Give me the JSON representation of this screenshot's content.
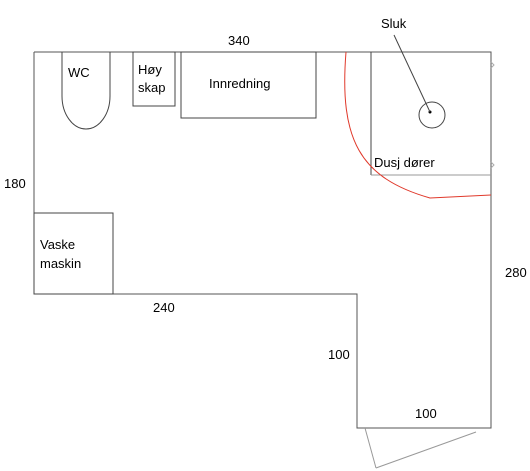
{
  "dimensions": {
    "top_width": "340",
    "left_height": "180",
    "right_height": "280",
    "mid_width": "240",
    "corridor_height": "100",
    "bottom_width": "100"
  },
  "fixtures": {
    "wc": "WC",
    "tall_cabinet_line1": "Høy",
    "tall_cabinet_line2": "skap",
    "vanity": "Innredning",
    "washer_line1": "Vaske",
    "washer_line2": "maskin",
    "shower_doors": "Dusj dører",
    "drain": "Sluk"
  },
  "colors": {
    "walls": "#555555",
    "shower_curve": "#e0392b",
    "text": "#000000"
  }
}
